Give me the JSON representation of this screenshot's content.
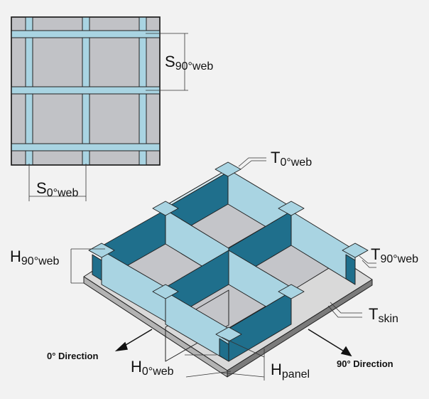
{
  "colors": {
    "panel_gray": "#c1c2c6",
    "web_light": "#a9d4e2",
    "web_dark": "#1f6f8c",
    "outline": "#222222",
    "skin_top": "#d6d6d6",
    "skin_side": "#8b8b8b"
  },
  "labels": {
    "s90": {
      "main": "S",
      "sub": "90°web"
    },
    "s0": {
      "main": "S",
      "sub": "0°web"
    },
    "t0": {
      "main": "T",
      "sub": "0°web"
    },
    "h90": {
      "main": "H",
      "sub": "90°web"
    },
    "t90": {
      "main": "T",
      "sub": "90°web"
    },
    "tskin": {
      "main": "T",
      "sub": "skin"
    },
    "h0": {
      "main": "H",
      "sub": "0°web"
    },
    "hpanel": {
      "main": "H",
      "sub": "panel"
    }
  },
  "directions": {
    "zero": "0° Direction",
    "ninety": "90° Direction"
  }
}
